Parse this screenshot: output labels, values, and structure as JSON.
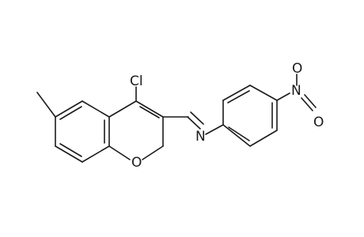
{
  "molecule": {
    "atom_labels": {
      "chlorine": "Cl",
      "ring_oxygen": "O",
      "imine_nitrogen": "N",
      "nitro_nitrogen": "N",
      "nitro_oxygen_top": "O",
      "nitro_oxygen_bottom": "O"
    },
    "colors": {
      "bond": "#1a1a1a",
      "label": "#1a1a1a",
      "background": "#ffffff"
    }
  }
}
